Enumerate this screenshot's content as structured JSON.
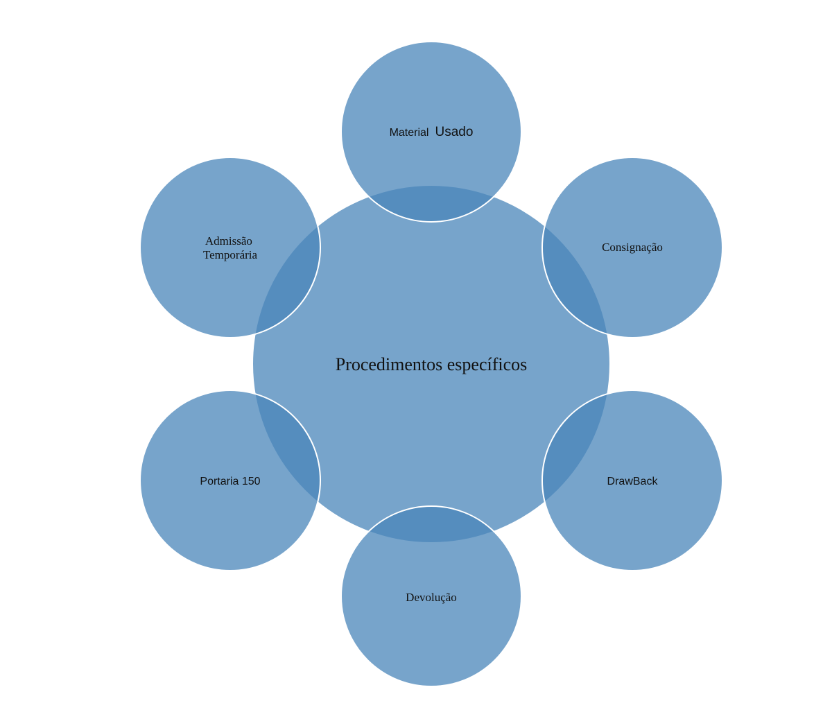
{
  "diagram": {
    "center": {
      "label": "Procedimentos específicos"
    },
    "nodes": [
      {
        "id": "material-usado",
        "label_part1": "Material",
        "label_part2": "Usado"
      },
      {
        "id": "consignacao",
        "label": "Consignação"
      },
      {
        "id": "drawback",
        "label": "DrawBack"
      },
      {
        "id": "devolucao",
        "label": "Devolução"
      },
      {
        "id": "portaria-150",
        "label": "Portaria 150"
      },
      {
        "id": "admissao-temporaria",
        "label_line1": "Admissão",
        "label_line2": "Temporária"
      }
    ],
    "colors": {
      "circle_fill": "#4a86b9",
      "overlap_fill": "#3e7bb0",
      "background": "#ffffff",
      "text": "#111111"
    }
  }
}
